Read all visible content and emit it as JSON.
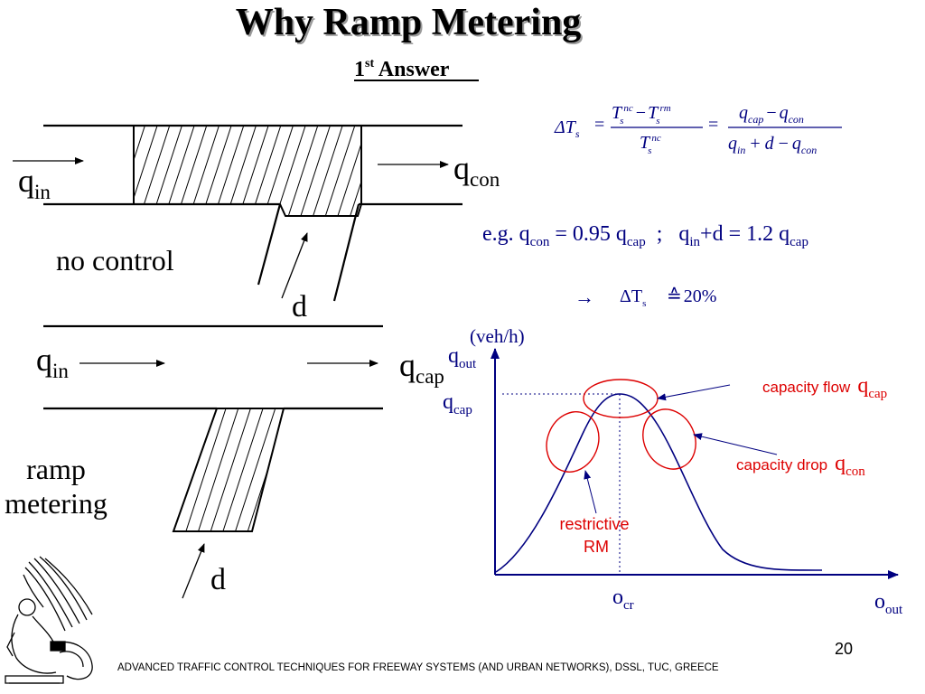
{
  "slide": {
    "title": "Why Ramp Metering",
    "subtitle_main": "1",
    "subtitle_sup": "st",
    "subtitle_rest": " Answer",
    "page_number": "20",
    "footer": "ADVANCED TRAFFIC CONTROL TECHNIQUES FOR FREEWAY SYSTEMS (AND URBAN NETWORKS), DSSL, TUC, GREECE"
  },
  "top_diagram": {
    "q_in": "q",
    "q_in_sub": "in",
    "q_out": "q",
    "q_out_sub": "con",
    "ramp_label": "d",
    "caption": "no control"
  },
  "bottom_diagram": {
    "q_in": "q",
    "q_in_sub": "in",
    "q_out": "q",
    "q_out_sub": "cap",
    "ramp_label": "d",
    "caption_line1": "ramp",
    "caption_line2": "metering"
  },
  "formula": {
    "lhs": "ΔT",
    "lhs_sub": "s",
    "num1_T": "T",
    "num1_sub": "s",
    "num1_sup": "nc",
    "minus": "−",
    "num1_T2": "T",
    "num1_sub2": "s",
    "num1_sup2": "rm",
    "den1_T": "T",
    "den1_sub": "s",
    "den1_sup": "nc",
    "num2_a": "q",
    "num2_a_sub": "cap",
    "num2_b": "q",
    "num2_b_sub": "con",
    "den2_a": "q",
    "den2_a_sub": "in",
    "den2_plus": "+",
    "den2_d": "d",
    "den2_b": "q",
    "den2_b_sub": "con",
    "equals": "="
  },
  "example": {
    "prefix": "e.g. q",
    "s1": "con",
    "t1": " = 0.95 q",
    "s2": "cap",
    "t2": "  ;   q",
    "s3": "in",
    "t3": "+d = 1.2 q",
    "s4": "cap"
  },
  "result": {
    "arrow": "→",
    "text": "ΔT",
    "sub": "s",
    "approx": "≙",
    "value": "20%"
  },
  "chart": {
    "y_unit": "(veh/h)",
    "y_label": "q",
    "y_label_sub": "out",
    "y_tick": "q",
    "y_tick_sub": "cap",
    "x_tick": "o",
    "x_tick_sub": "cr",
    "x_label": "o",
    "x_label_sub": "out",
    "capacity_flow_text": "capacity flow",
    "capacity_flow_q": "q",
    "capacity_flow_q_sub": "cap",
    "capacity_drop_text": "capacity drop",
    "capacity_drop_q": "q",
    "capacity_drop_q_sub": "con",
    "restrictive_line1": "restrictive",
    "restrictive_line2": "RM"
  },
  "colors": {
    "navy": "#000080",
    "red": "#cc0000",
    "black": "#000000"
  },
  "icons": {
    "logo": "greek-statue-logo"
  }
}
